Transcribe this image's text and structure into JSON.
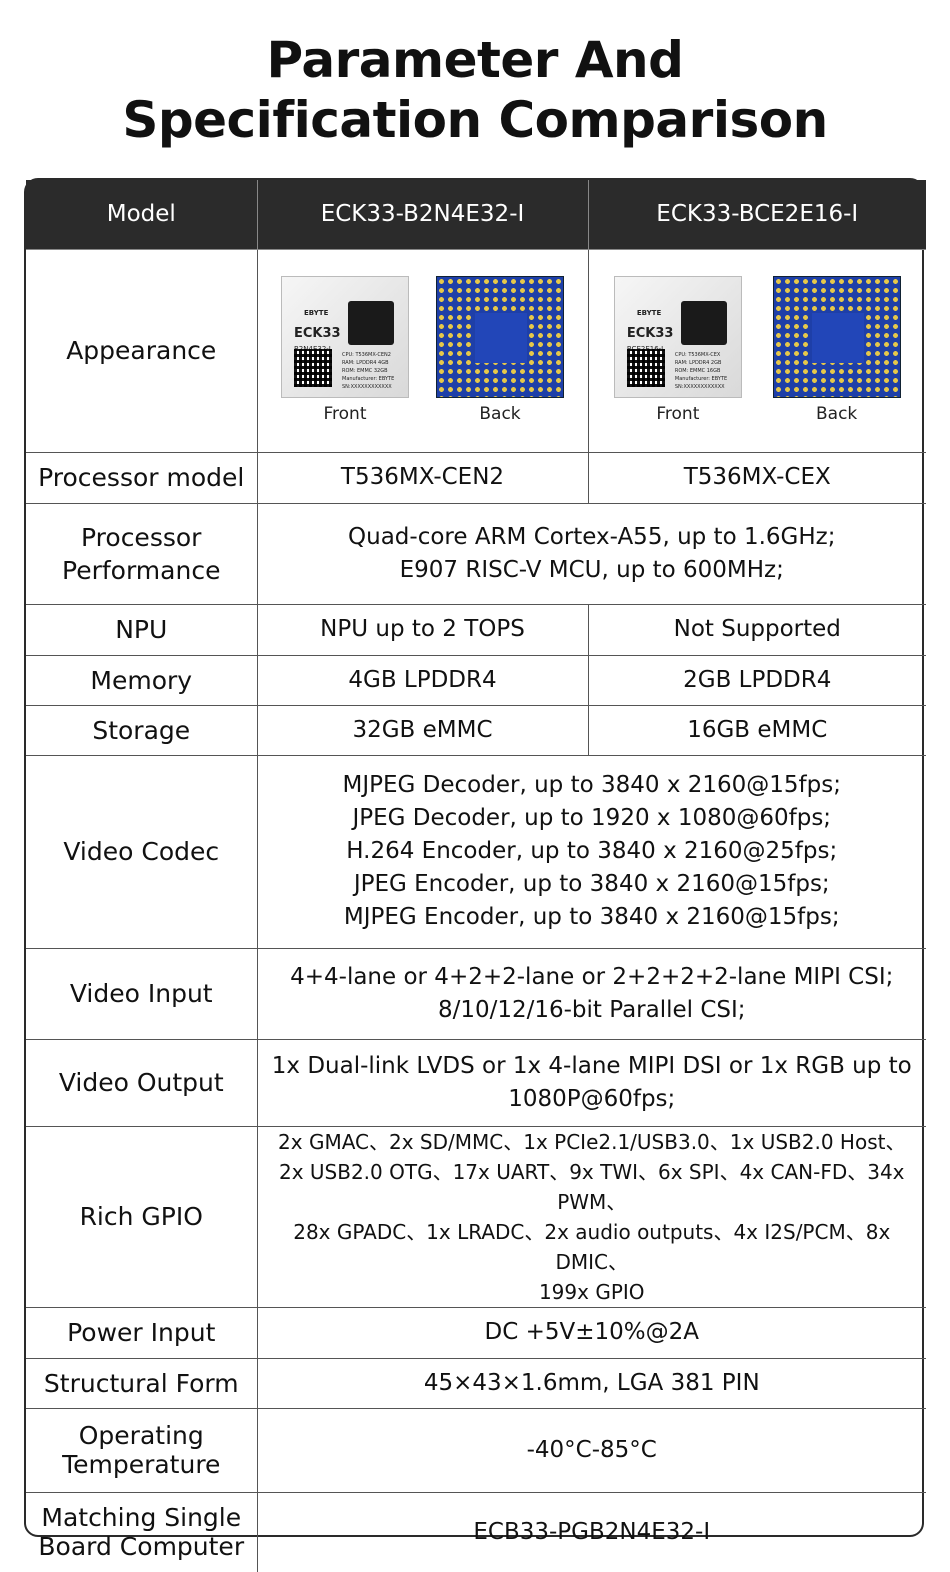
{
  "title": [
    "Parameter And",
    "Specification Comparison"
  ],
  "header": {
    "model": "Model",
    "col1": "ECK33-B2N4E32-I",
    "col2": "ECK33-BCE2E16-I"
  },
  "appearance": {
    "label": "Appearance",
    "front": "Front",
    "back": "Back",
    "chip1": {
      "brand": "EBYTE",
      "model": "ECK33",
      "sub": "B2N4E32-I",
      "cpu": [
        "CPU: T536MX-CEN2",
        "RAM: LPDDR4 4GB",
        "ROM: EMMC 32GB",
        "Manufacturer: EBYTE",
        "SN:XXXXXXXXXXXX"
      ]
    },
    "chip2": {
      "brand": "EBYTE",
      "model": "ECK33",
      "sub": "BCE2E16-I",
      "cpu": [
        "CPU: T536MX-CEX",
        "RAM: LPDDR4 2GB",
        "ROM: EMMC 16GB",
        "Manufacturer: EBYTE",
        "SN:XXXXXXXXXXXX"
      ]
    }
  },
  "rows": {
    "processor_model": {
      "label": "Processor model",
      "col1": "T536MX-CEN2",
      "col2": "T536MX-CEX"
    },
    "processor_performance": {
      "label": "Processor Performance",
      "lines": [
        "Quad-core ARM Cortex-A55, up to 1.6GHz;",
        "E907 RISC-V MCU, up to 600MHz;"
      ]
    },
    "npu": {
      "label": "NPU",
      "col1": "NPU up to 2 TOPS",
      "col2": "Not Supported"
    },
    "memory": {
      "label": "Memory",
      "col1": "4GB LPDDR4",
      "col2": "2GB LPDDR4"
    },
    "storage": {
      "label": "Storage",
      "col1": "32GB eMMC",
      "col2": "16GB eMMC"
    },
    "video_codec": {
      "label": "Video Codec",
      "lines": [
        "MJPEG Decoder, up to 3840 x 2160@15fps;",
        "JPEG Decoder, up to 1920 x 1080@60fps;",
        "H.264 Encoder, up to 3840 x 2160@25fps;",
        "JPEG Encoder, up to 3840 x 2160@15fps;",
        "MJPEG Encoder, up to 3840 x 2160@15fps;"
      ]
    },
    "video_input": {
      "label": "Video Input",
      "lines": [
        "4+4-lane or 4+2+2-lane or 2+2+2+2-lane MIPI CSI;",
        "8/10/12/16-bit Parallel CSI;"
      ]
    },
    "video_output": {
      "label": "Video Output",
      "lines": [
        "1x Dual-link LVDS or 1x 4-lane MIPI DSI or 1x RGB up to",
        "1080P@60fps;"
      ]
    },
    "rich_gpio": {
      "label": "Rich GPIO",
      "lines": [
        "2x GMAC、2x SD/MMC、1x PCIe2.1/USB3.0、1x USB2.0 Host、",
        "2x USB2.0 OTG、17x UART、9x TWI、6x SPI、4x CAN-FD、34x PWM、",
        "28x GPADC、1x LRADC、2x audio outputs、4x I2S/PCM、8x DMIC、",
        "199x GPIO"
      ]
    },
    "power_input": {
      "label": "Power Input",
      "value": "DC +5V±10%@2A"
    },
    "structural_form": {
      "label": "Structural Form",
      "value": "45×43×1.6mm, LGA 381 PIN"
    },
    "operating_temperature": {
      "label": "Operating Temperature",
      "value": "-40°C-85°C"
    },
    "matching_sbc": {
      "label": "Matching Single Board Computer",
      "value": "ECB33-PGB2N4E32-I"
    }
  }
}
